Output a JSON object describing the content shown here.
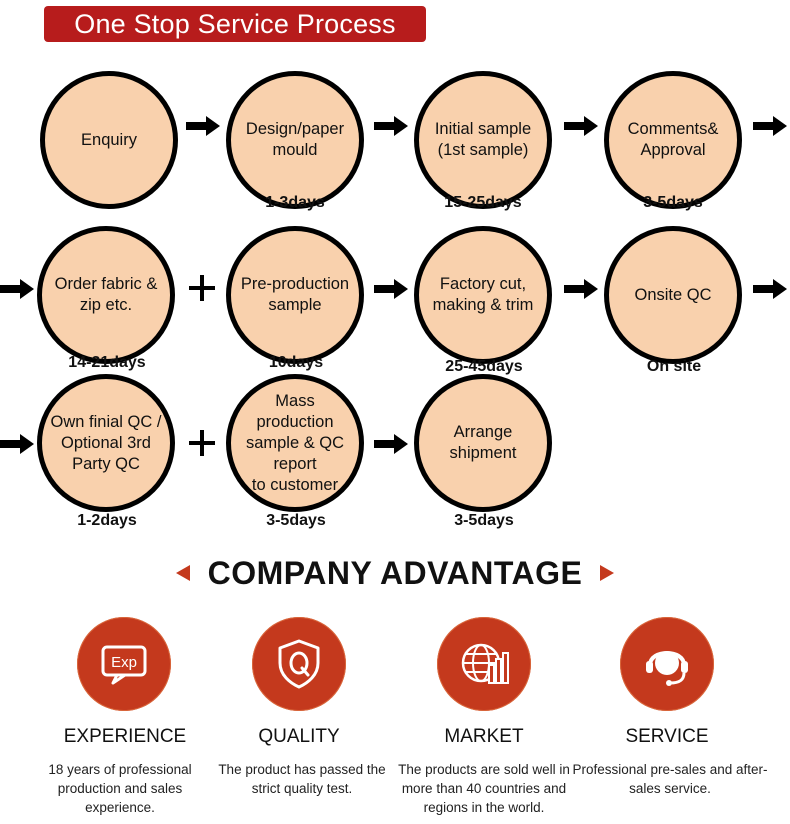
{
  "title": "One Stop Service Process",
  "steps": [
    {
      "label": "Enquiry",
      "days": ""
    },
    {
      "label": "Design/paper\nmould",
      "days": "1-3days"
    },
    {
      "label": "Initial sample\n(1st sample)",
      "days": "15-25days"
    },
    {
      "label": "Comments&\nApproval",
      "days": "3-5days"
    },
    {
      "label": "Order fabric &\nzip etc.",
      "days": "14-21days"
    },
    {
      "label": "Pre-production\nsample",
      "days": "10days"
    },
    {
      "label": "Factory cut,\nmaking & trim",
      "days": "25-45days"
    },
    {
      "label": "Onsite QC",
      "days": "On site"
    },
    {
      "label": "Own finial QC /\nOptional 3rd\nParty QC",
      "days": "1-2days"
    },
    {
      "label": "Mass\nproduction\nsample & QC\nreport\nto customer",
      "days": "3-5days"
    },
    {
      "label": "Arrange\nshipment",
      "days": "3-5days"
    }
  ],
  "advantage_title": "COMPANY ADVANTAGE",
  "advantages": [
    {
      "icon": "exp-icon",
      "icon_text": "Exp",
      "label": "EXPERIENCE",
      "desc": "18 years of professional production and sales experience."
    },
    {
      "icon": "quality-shield-icon",
      "label": "QUALITY",
      "desc": "The product has passed the strict quality test."
    },
    {
      "icon": "globe-chart-icon",
      "label": "MARKET",
      "desc": "The products are sold well in more than 40 countries and regions in the world."
    },
    {
      "icon": "headset-icon",
      "label": "SERVICE",
      "desc": "Professional pre-sales and after-sales service."
    }
  ],
  "colors": {
    "banner": "#b71c1c",
    "circle_fill": "#f9d1ad",
    "accent": "#c4391d"
  }
}
